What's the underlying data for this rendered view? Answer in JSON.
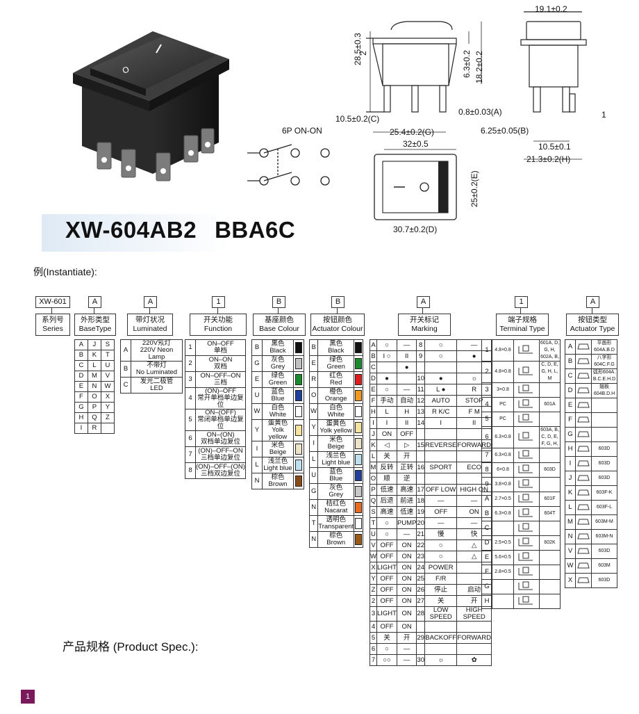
{
  "product": {
    "model": "XW-604AB2",
    "variant": "BBA6C",
    "instantiate_label": "例(Instantiate):",
    "spec_label": "产品规格 (Product Spec.):",
    "page": "1"
  },
  "drawing": {
    "circuit_label": "6P  ON-ON",
    "dims": {
      "w_top": "19.1±0.2",
      "h_total": "28.5±0.3",
      "h_2": "2",
      "h_63": "6.3±0.2",
      "h_182": "18.2±0.2",
      "t_105": "10.5±0.2(C)",
      "t_08": "0.8±0.03(A)",
      "t_254": "25.4±0.2(G)",
      "t_32": "32±0.5",
      "t_625": "6.25±0.05(B)",
      "t_105b": "10.5±0.1",
      "t_213": "21.3±0.2(H)",
      "f_25": "25±0.2(E)",
      "f_307": "30.7±0.2(D)",
      "s_1": "1"
    }
  },
  "codes": [
    "XW-601",
    "A",
    "A",
    "1",
    "B",
    "B",
    "A",
    "1",
    "A"
  ],
  "headers": [
    {
      "zh": "系列号",
      "en": "Series"
    },
    {
      "zh": "外形类型",
      "en": "BaseType"
    },
    {
      "zh": "带灯状况",
      "en": "Luminated"
    },
    {
      "zh": "开关功能",
      "en": "Function"
    },
    {
      "zh": "基座颜色",
      "en": "Base Colour"
    },
    {
      "zh": "按钮颜色",
      "en": "Actuator Colour"
    },
    {
      "zh": "开关标记",
      "en": "Marking"
    },
    {
      "zh": "端子规格",
      "en": "Terminal Type"
    },
    {
      "zh": "按钮类型",
      "en": "Actuator Type"
    }
  ],
  "basetype": [
    [
      "A",
      "J",
      "S"
    ],
    [
      "B",
      "K",
      "T"
    ],
    [
      "C",
      "L",
      "U"
    ],
    [
      "D",
      "M",
      "V"
    ],
    [
      "E",
      "N",
      "W"
    ],
    [
      "F",
      "O",
      "X"
    ],
    [
      "G",
      "P",
      "Y"
    ],
    [
      "H",
      "Q",
      "Z"
    ],
    [
      "I",
      "R",
      ""
    ]
  ],
  "luminated": [
    {
      "k": "A",
      "zh": "220V氖灯",
      "en": "220V Neon Lamp"
    },
    {
      "k": "B",
      "zh": "不带灯",
      "en": "No Luminated"
    },
    {
      "k": "C",
      "zh": "发光二极管",
      "en": "LED"
    }
  ],
  "function": [
    {
      "k": "1",
      "a": "ON–OFF",
      "b": "单档"
    },
    {
      "k": "2",
      "a": "ON–ON",
      "b": "双档"
    },
    {
      "k": "3",
      "a": "ON–OFF–ON",
      "b": "三档"
    },
    {
      "k": "4",
      "a": "(ON)–OFF",
      "b": "常开单档单边复位"
    },
    {
      "k": "5",
      "a": "ON–(OFF)",
      "b": "常闭单档单边复位"
    },
    {
      "k": "6",
      "a": "ON–(ON)",
      "b": "双档单边复位"
    },
    {
      "k": "7",
      "a": "(ON)–OFF–ON",
      "b": "三档单边复位"
    },
    {
      "k": "8",
      "a": "(ON)–OFF–(ON)",
      "b": "三档双边复位"
    }
  ],
  "base_colour": [
    {
      "k": "B",
      "zh": "黑色",
      "en": "Black",
      "c": "#111111"
    },
    {
      "k": "G",
      "zh": "灰色",
      "en": "Grey",
      "c": "#c0c0c0"
    },
    {
      "k": "E",
      "zh": "绿色",
      "en": "Green",
      "c": "#1a8a2e"
    },
    {
      "k": "U",
      "zh": "蓝色",
      "en": "Blue",
      "c": "#1f3f9a"
    },
    {
      "k": "W",
      "zh": "白色",
      "en": "White",
      "c": "#ffffff"
    },
    {
      "k": "Y",
      "zh": "蛋黄色",
      "en": "Yolk yellow",
      "c": "#f4e4a0"
    },
    {
      "k": "I",
      "zh": "米色",
      "en": "Beige",
      "c": "#ede3c8"
    },
    {
      "k": "L",
      "zh": "浅兰色",
      "en": "Light blue",
      "c": "#bfe0ee"
    },
    {
      "k": "N",
      "zh": "棕色",
      "en": "Brown",
      "c": "#8a4b16"
    }
  ],
  "act_colour": [
    {
      "k": "B",
      "zh": "黑色",
      "en": "Black",
      "c": "#111111"
    },
    {
      "k": "E",
      "zh": "绿色",
      "en": "Green",
      "c": "#1a8a2e"
    },
    {
      "k": "R",
      "zh": "红色",
      "en": "Red",
      "c": "#e11b1b"
    },
    {
      "k": "O",
      "zh": "橙色",
      "en": "Orange",
      "c": "#f39a1e"
    },
    {
      "k": "W",
      "zh": "白色",
      "en": "White",
      "c": "#ffffff"
    },
    {
      "k": "Y",
      "zh": "蛋黄色",
      "en": "Yolk yellow",
      "c": "#f4e4a0"
    },
    {
      "k": "I",
      "zh": "米色",
      "en": "Beige",
      "c": "#ede3c8"
    },
    {
      "k": "L",
      "zh": "浅兰色",
      "en": "Light blue",
      "c": "#bfe0ee"
    },
    {
      "k": "U",
      "zh": "蓝色",
      "en": "Blue",
      "c": "#1f3f9a"
    },
    {
      "k": "G",
      "zh": "灰色",
      "en": "Grey",
      "c": "#c8c8c8"
    },
    {
      "k": "N",
      "zh": "桔红色",
      "en": "Nacarat",
      "c": "#ec6a1c"
    },
    {
      "k": "T",
      "zh": "透明色",
      "en": "Transparent",
      "c": "#ffffff"
    },
    {
      "k": "N",
      "zh": "棕色",
      "en": "Brown",
      "c": "#9a5a14"
    }
  ],
  "marking": [
    {
      "k": "A",
      "a": "○",
      "b": "—",
      "n": "8",
      "c": "○",
      "d": "—"
    },
    {
      "k": "B",
      "a": "I  ○",
      "b": "II",
      "n": "9",
      "c": "○",
      "d": "●"
    },
    {
      "k": "C",
      "a": "",
      "b": "●",
      "n": "",
      "c": "",
      "d": ""
    },
    {
      "k": "D",
      "a": "●",
      "b": "",
      "n": "10",
      "c": "●",
      "d": "☼"
    },
    {
      "k": "E",
      "a": "○",
      "b": "—",
      "n": "11",
      "c": "L  ●",
      "d": "R"
    },
    {
      "k": "F",
      "a": "手动",
      "b": "自动",
      "n": "12",
      "c": "AUTO",
      "d": "STOP"
    },
    {
      "k": "H",
      "a": "L",
      "b": "H",
      "n": "13",
      "c": "R  K/C",
      "d": "F  M"
    },
    {
      "k": "I",
      "a": "I",
      "b": "II",
      "n": "14",
      "c": "I",
      "d": "II"
    },
    {
      "k": "J",
      "a": "ON",
      "b": "OFF",
      "n": "",
      "c": "",
      "d": ""
    },
    {
      "k": "K",
      "a": "◁",
      "b": "▷",
      "n": "15",
      "c": "REVERSE",
      "d": "FORWARD"
    },
    {
      "k": "L",
      "a": "关",
      "b": "开",
      "n": "",
      "c": "",
      "d": ""
    },
    {
      "k": "M",
      "a": "反转",
      "b": "正转",
      "n": "16",
      "c": "SPORT",
      "d": "ECO"
    },
    {
      "k": "O",
      "a": "顺",
      "b": "逆",
      "n": "",
      "c": "",
      "d": ""
    },
    {
      "k": "P",
      "a": "低速",
      "b": "高速",
      "n": "17",
      "c": "OFF LOW",
      "d": "HIGH ON"
    },
    {
      "k": "Q",
      "a": "后退",
      "b": "前进",
      "n": "18",
      "c": "—",
      "d": "—"
    },
    {
      "k": "S",
      "a": "高速",
      "b": "低速",
      "n": "19",
      "c": "OFF",
      "d": "ON"
    },
    {
      "k": "T",
      "a": "○",
      "b": "PUMP",
      "n": "20",
      "c": "—",
      "d": "—"
    },
    {
      "k": "U",
      "a": "○",
      "b": "—",
      "n": "21",
      "c": "慢",
      "d": "快"
    },
    {
      "k": "V",
      "a": "OFF",
      "b": "ON",
      "n": "22",
      "c": "○",
      "d": "△"
    },
    {
      "k": "W",
      "a": "OFF",
      "b": "ON",
      "n": "23",
      "c": "○",
      "d": "△"
    },
    {
      "k": "X",
      "a": "LIGHT",
      "b": "ON",
      "n": "24",
      "c": "POWER",
      "d": ""
    },
    {
      "k": "Y",
      "a": "OFF",
      "b": "ON",
      "n": "25",
      "c": "F/R",
      "d": ""
    },
    {
      "k": "Z",
      "a": "OFF",
      "b": "ON",
      "n": "26",
      "c": "停止",
      "d": "启动"
    },
    {
      "k": "2",
      "a": "OFF",
      "b": "ON",
      "n": "27",
      "c": "关",
      "d": "开"
    },
    {
      "k": "3",
      "a": "LIGHT",
      "b": "ON",
      "n": "28",
      "c": "LOW SPEED",
      "d": "HIGH SPEED"
    },
    {
      "k": "4",
      "a": "OFF",
      "b": "ON",
      "n": "",
      "c": "",
      "d": ""
    },
    {
      "k": "5",
      "a": "关",
      "b": "开",
      "n": "29",
      "c": "BACKOFF",
      "d": "FORWARD"
    },
    {
      "k": "6",
      "a": "○",
      "b": "—",
      "n": "",
      "c": "",
      "d": ""
    },
    {
      "k": "7",
      "a": "○○",
      "b": "—",
      "n": "30",
      "c": "☼",
      "d": "✿"
    }
  ],
  "terminal": [
    {
      "k": "1",
      "s": "4.8×0.8",
      "r": "601A, D, G, H, 602A, B,"
    },
    {
      "k": "2",
      "s": "4.8×0.8",
      "r": "C, D, E, G, H, L, M"
    },
    {
      "k": "3",
      "s": "3×0.8",
      "r": ""
    },
    {
      "k": "4",
      "s": "PC",
      "r": "601A"
    },
    {
      "k": "5",
      "s": "PC",
      "r": ""
    },
    {
      "k": "6",
      "s": "6.3×0.8",
      "r": "603A, B, C, D, E, F, G, H,"
    },
    {
      "k": "7",
      "s": "6.3×0.8",
      "r": ""
    },
    {
      "k": "8",
      "s": "6×0.8",
      "r": "603D"
    },
    {
      "k": "9",
      "s": "3.8×0.8",
      "r": ""
    },
    {
      "k": "A",
      "s": "2.7×0.5",
      "r": "601F"
    },
    {
      "k": "B",
      "s": "6.3×0.8",
      "r": "604T"
    },
    {
      "k": "C",
      "s": "",
      "r": ""
    },
    {
      "k": "D",
      "s": "2.5×0.5",
      "r": "602K"
    },
    {
      "k": "E",
      "s": "5.6×0.5",
      "r": ""
    },
    {
      "k": "F",
      "s": "2.8×0.5",
      "r": ""
    },
    {
      "k": "G",
      "s": "",
      "r": ""
    },
    {
      "k": "H",
      "s": "",
      "r": ""
    }
  ],
  "actuator": [
    {
      "k": "A",
      "r": "平面形 604A.B.D"
    },
    {
      "k": "B",
      "r": "八字形 604C.F.G"
    },
    {
      "k": "C",
      "r": "弧形604A. B.C.E.H.D"
    },
    {
      "k": "D",
      "r": "翘板 604B.D.H"
    },
    {
      "k": "E",
      "r": ""
    },
    {
      "k": "F",
      "r": ""
    },
    {
      "k": "G",
      "r": ""
    },
    {
      "k": "H",
      "r": "603D"
    },
    {
      "k": "I",
      "r": "603D"
    },
    {
      "k": "J",
      "r": "603D"
    },
    {
      "k": "K",
      "r": "603F-K"
    },
    {
      "k": "L",
      "r": "603F-L"
    },
    {
      "k": "M",
      "r": "603M-M"
    },
    {
      "k": "N",
      "r": "603M-N"
    },
    {
      "k": "V",
      "r": "603D"
    },
    {
      "k": "W",
      "r": "603M"
    },
    {
      "k": "X",
      "r": "603D"
    }
  ]
}
